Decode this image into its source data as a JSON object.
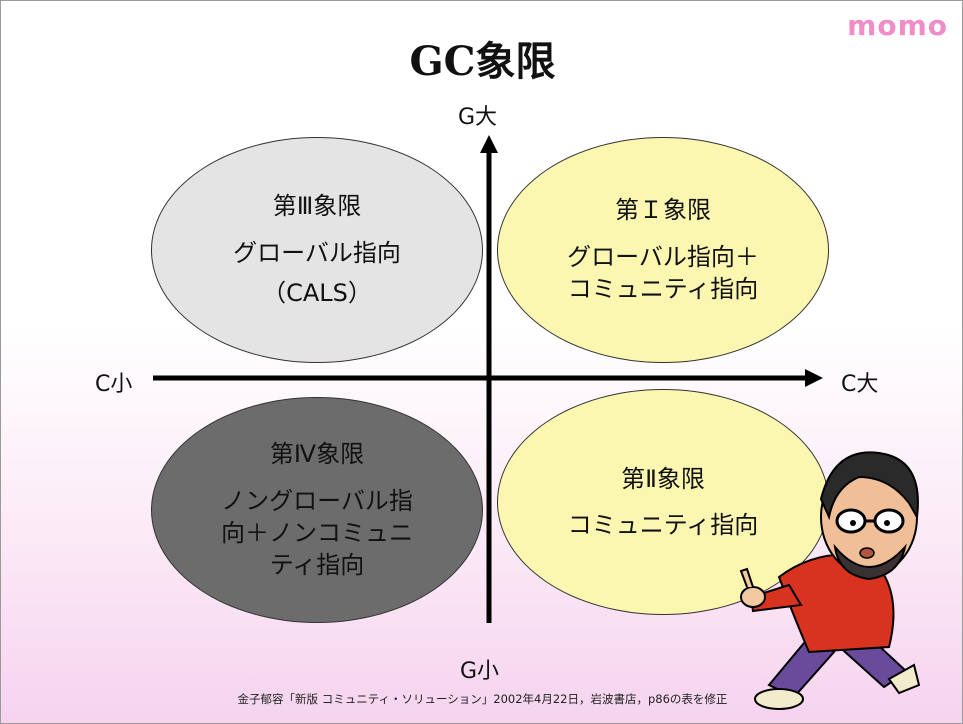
{
  "brand": "momo",
  "title": "GC象限",
  "axes": {
    "top": "G大",
    "bottom": "G小",
    "left": "C小",
    "right": "C大"
  },
  "quadrants": {
    "q3": {
      "name": "第Ⅲ象限",
      "lines": [
        "グローバル指向",
        "（CALS）"
      ]
    },
    "q1": {
      "name": "第Ｉ象限",
      "lines": [
        "グローバル指向＋",
        "コミュニティ指向"
      ]
    },
    "q4": {
      "name": "第Ⅳ象限",
      "lines": [
        "ノングローバル指",
        "向＋ノンコミュニ",
        "ティ指向"
      ]
    },
    "q2": {
      "name": "第Ⅱ象限",
      "lines": [
        "コミュニティ指向"
      ]
    }
  },
  "colors": {
    "q3_fill": "#e4e4e4",
    "q1_fill": "#fbf7b0",
    "q4_fill": "#6c6c6c",
    "q2_fill": "#fbf7b0",
    "brand": "#f08cc8"
  },
  "footnote": "金子郁容「新版 コミュニティ・ソリューション」2002年4月22日，岩波書店，p86の表を修正"
}
